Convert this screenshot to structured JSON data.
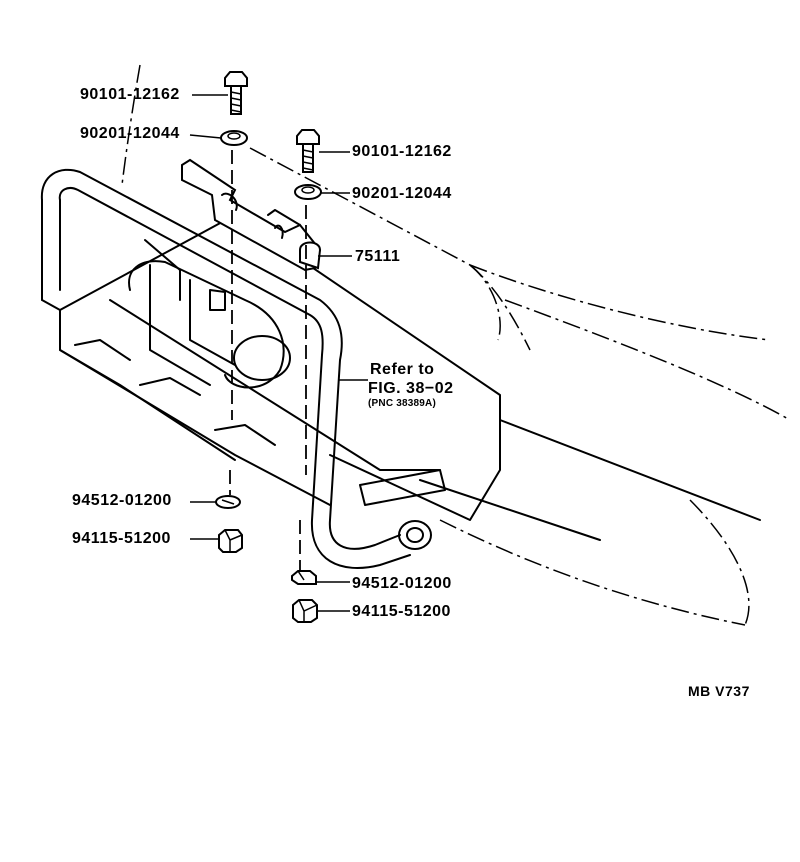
{
  "labels": {
    "bolt_left": "90101-12162",
    "washer_left": "90201-12044",
    "bolt_right": "90101-12162",
    "washer_right": "90201-12044",
    "bracket": "75111",
    "refer_line1": "Refer to",
    "refer_line2": "FIG. 38−02",
    "refer_pnc": "(PNC 38389A)",
    "nut_washer_left": "94512-01200",
    "nut_left": "94115-51200",
    "nut_washer_right": "94512-01200",
    "nut_right": "94115-51200",
    "figure_code": "MB V737"
  }
}
